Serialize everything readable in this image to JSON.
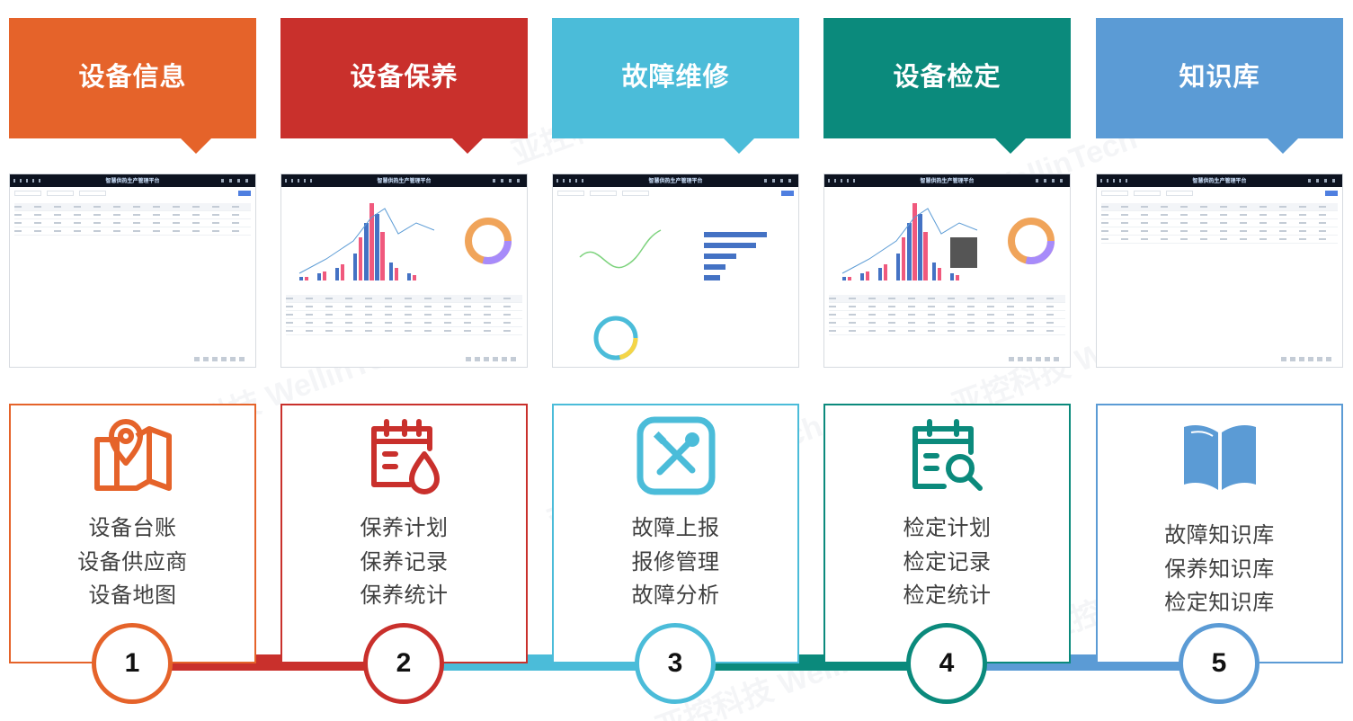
{
  "columns": [
    {
      "title": "设备信息",
      "color": "#e5632a",
      "icon": "map-pin-icon",
      "number": "1",
      "items": [
        "设备台账",
        "设备供应商",
        "设备地图"
      ],
      "screenshot_title": "智慧供热生产管理平台"
    },
    {
      "title": "设备保养",
      "color": "#c9302c",
      "icon": "calendar-drop-icon",
      "number": "2",
      "items": [
        "保养计划",
        "保养记录",
        "保养统计"
      ],
      "screenshot_title": "智慧供热生产管理平台"
    },
    {
      "title": "故障维修",
      "color": "#4bbcd9",
      "icon": "tools-icon",
      "number": "3",
      "items": [
        "故障上报",
        "报修管理",
        "故障分析"
      ],
      "screenshot_title": "智慧供热生产管理平台"
    },
    {
      "title": "设备检定",
      "color": "#0b8a7c",
      "icon": "clipboard-search-icon",
      "number": "4",
      "items": [
        "检定计划",
        "检定记录",
        "检定统计"
      ],
      "screenshot_title": "智慧供热生产管理平台"
    },
    {
      "title": "知识库",
      "color": "#5b9bd5",
      "icon": "book-icon",
      "number": "5",
      "items": [
        "故障知识库",
        "保养知识库",
        "检定知识库"
      ],
      "screenshot_title": "智慧供热生产管理平台"
    }
  ],
  "watermark": "亚控科技 WellinTech"
}
